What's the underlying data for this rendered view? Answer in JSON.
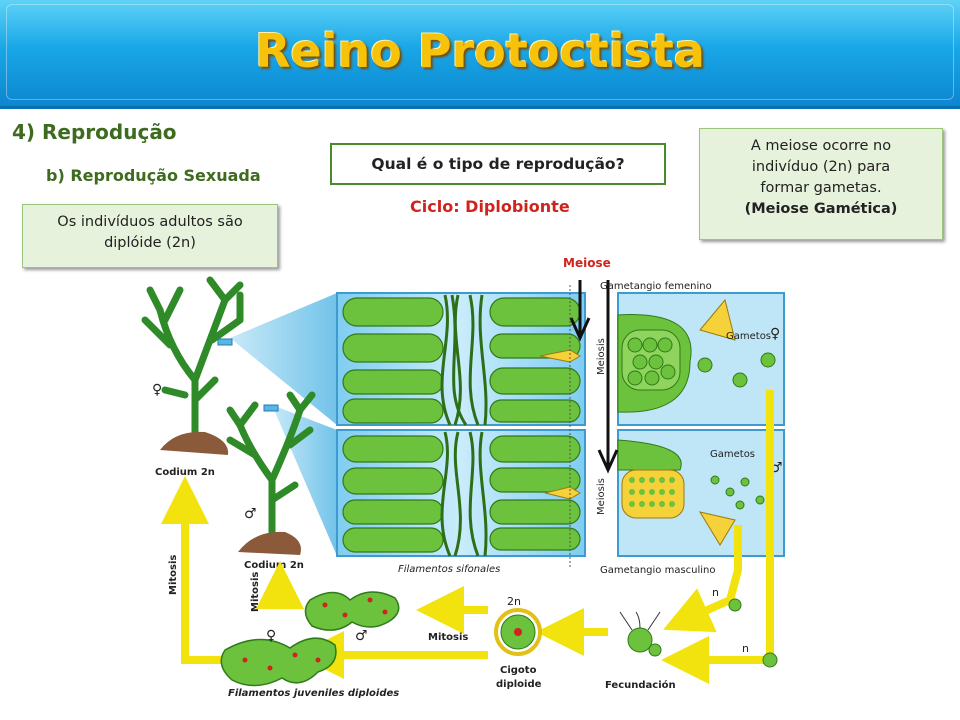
{
  "header": {
    "title": "Reino Protoctista"
  },
  "section": {
    "number_title": "4)  Reprodução",
    "subtitle": "b) Reprodução Sexuada"
  },
  "left_note": {
    "line1": "Os indivíduos adultos são",
    "line2": "diplóide (2n)"
  },
  "question": "Qual é o tipo de reprodução?",
  "cycle": "Ciclo: Diplobionte",
  "right_note": {
    "line1": "A meiose ocorre no",
    "line2": "indivíduo (2n) para",
    "line3": "formar gametas.",
    "line4": "(Meiose Gamética)"
  },
  "meiose_label": "Meiose",
  "diagram": {
    "gametangio_femenino": "Gametangio femenino",
    "gametangio_masculino": "Gametangio masculino",
    "filamentos_sifonales": "Filamentos sifonales",
    "meiosis_top": "Meiosis",
    "meiosis_bottom": "Meiosis",
    "gametos_top": "Gametos",
    "gametos_bottom": "Gametos",
    "codium_top": "Codium 2n",
    "codium_bottom": "Codium 2n",
    "female_symbol": "♀",
    "male_symbol": "♂",
    "female_symbol_gametos": "♀",
    "male_symbol_gametos": "♂",
    "male_symbol_juvenile": "♂",
    "female_symbol_juvenile": "♀",
    "mitosis_left": "Mitosis",
    "mitosis_left2": "Mitosis",
    "mitosis_center": "Mitosis",
    "twon": "2n",
    "n_top": "n",
    "n_bottom": "n",
    "cigoto": "Cigoto",
    "diploide": "diploide",
    "fecundacion": "Fecundación",
    "filamentos_juveniles": "Filamentos juveniles diploides"
  }
}
